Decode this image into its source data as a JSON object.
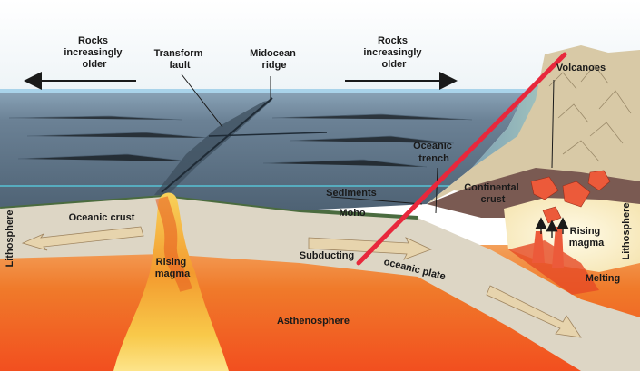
{
  "labels": {
    "rocks_older_left": [
      "Rocks",
      "increasingly",
      "older"
    ],
    "rocks_older_right": [
      "Rocks",
      "increasingly",
      "older"
    ],
    "transform_fault": [
      "Transform",
      "fault"
    ],
    "midocean_ridge": [
      "Midocean",
      "ridge"
    ],
    "volcanoes": "Volcanoes",
    "oceanic_trench": [
      "Oceanic",
      "trench"
    ],
    "continental_crust": [
      "Continental",
      "crust"
    ],
    "sediments": "Sediments",
    "moho": "Moho",
    "oceanic_crust": "Oceanic crust",
    "lithosphere_left": "Lithosphere",
    "lithosphere_right": "Lithosphere",
    "rising_magma_left": [
      "Rising",
      "magma"
    ],
    "rising_magma_right": [
      "Rising",
      "magma"
    ],
    "subduction": "Subducting",
    "oceanic_plate": "oceanic plate",
    "melting": "Melting",
    "asthenosphere": "Asthenosphere"
  },
  "colors": {
    "ocean": "#5d7184",
    "ocean_surface": "#8fb0c8",
    "crust": "#ddd6c5",
    "asthenosphere": "#f07a2a",
    "magma": "#f6c243",
    "continent": "#d8c9a6",
    "annotation_line": "#e8283c"
  }
}
